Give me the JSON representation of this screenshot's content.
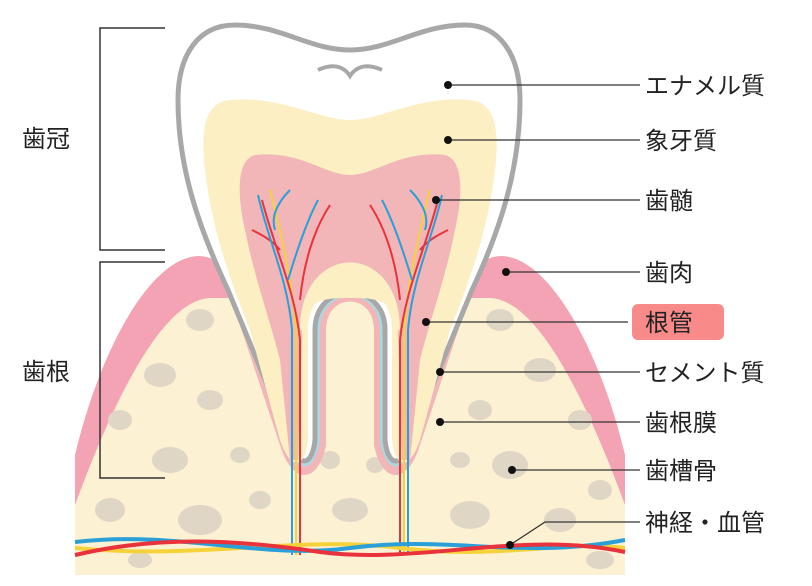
{
  "sections": {
    "crown": "歯冠",
    "root": "歯根"
  },
  "labels": {
    "enamel": "エナメル質",
    "dentin": "象牙質",
    "pulp": "歯髄",
    "gingiva": "歯肉",
    "root_canal": "根管",
    "cementum": "セメント質",
    "periodontal_ligament": "歯根膜",
    "alveolar_bone": "歯槽骨",
    "nerves_vessels": "神経・血管"
  },
  "colors": {
    "highlight": "#f88a8a",
    "gum": "#f4a3b4",
    "bone": "#fdf1d3",
    "dentin": "#fcefc4",
    "pulp": "#f2b5b8",
    "cementum": "#a9d9e3",
    "enamel_outline": "#a8a8a8",
    "artery": "#e8333c",
    "vein": "#2a9fd8",
    "nerve": "#f5d23a"
  }
}
